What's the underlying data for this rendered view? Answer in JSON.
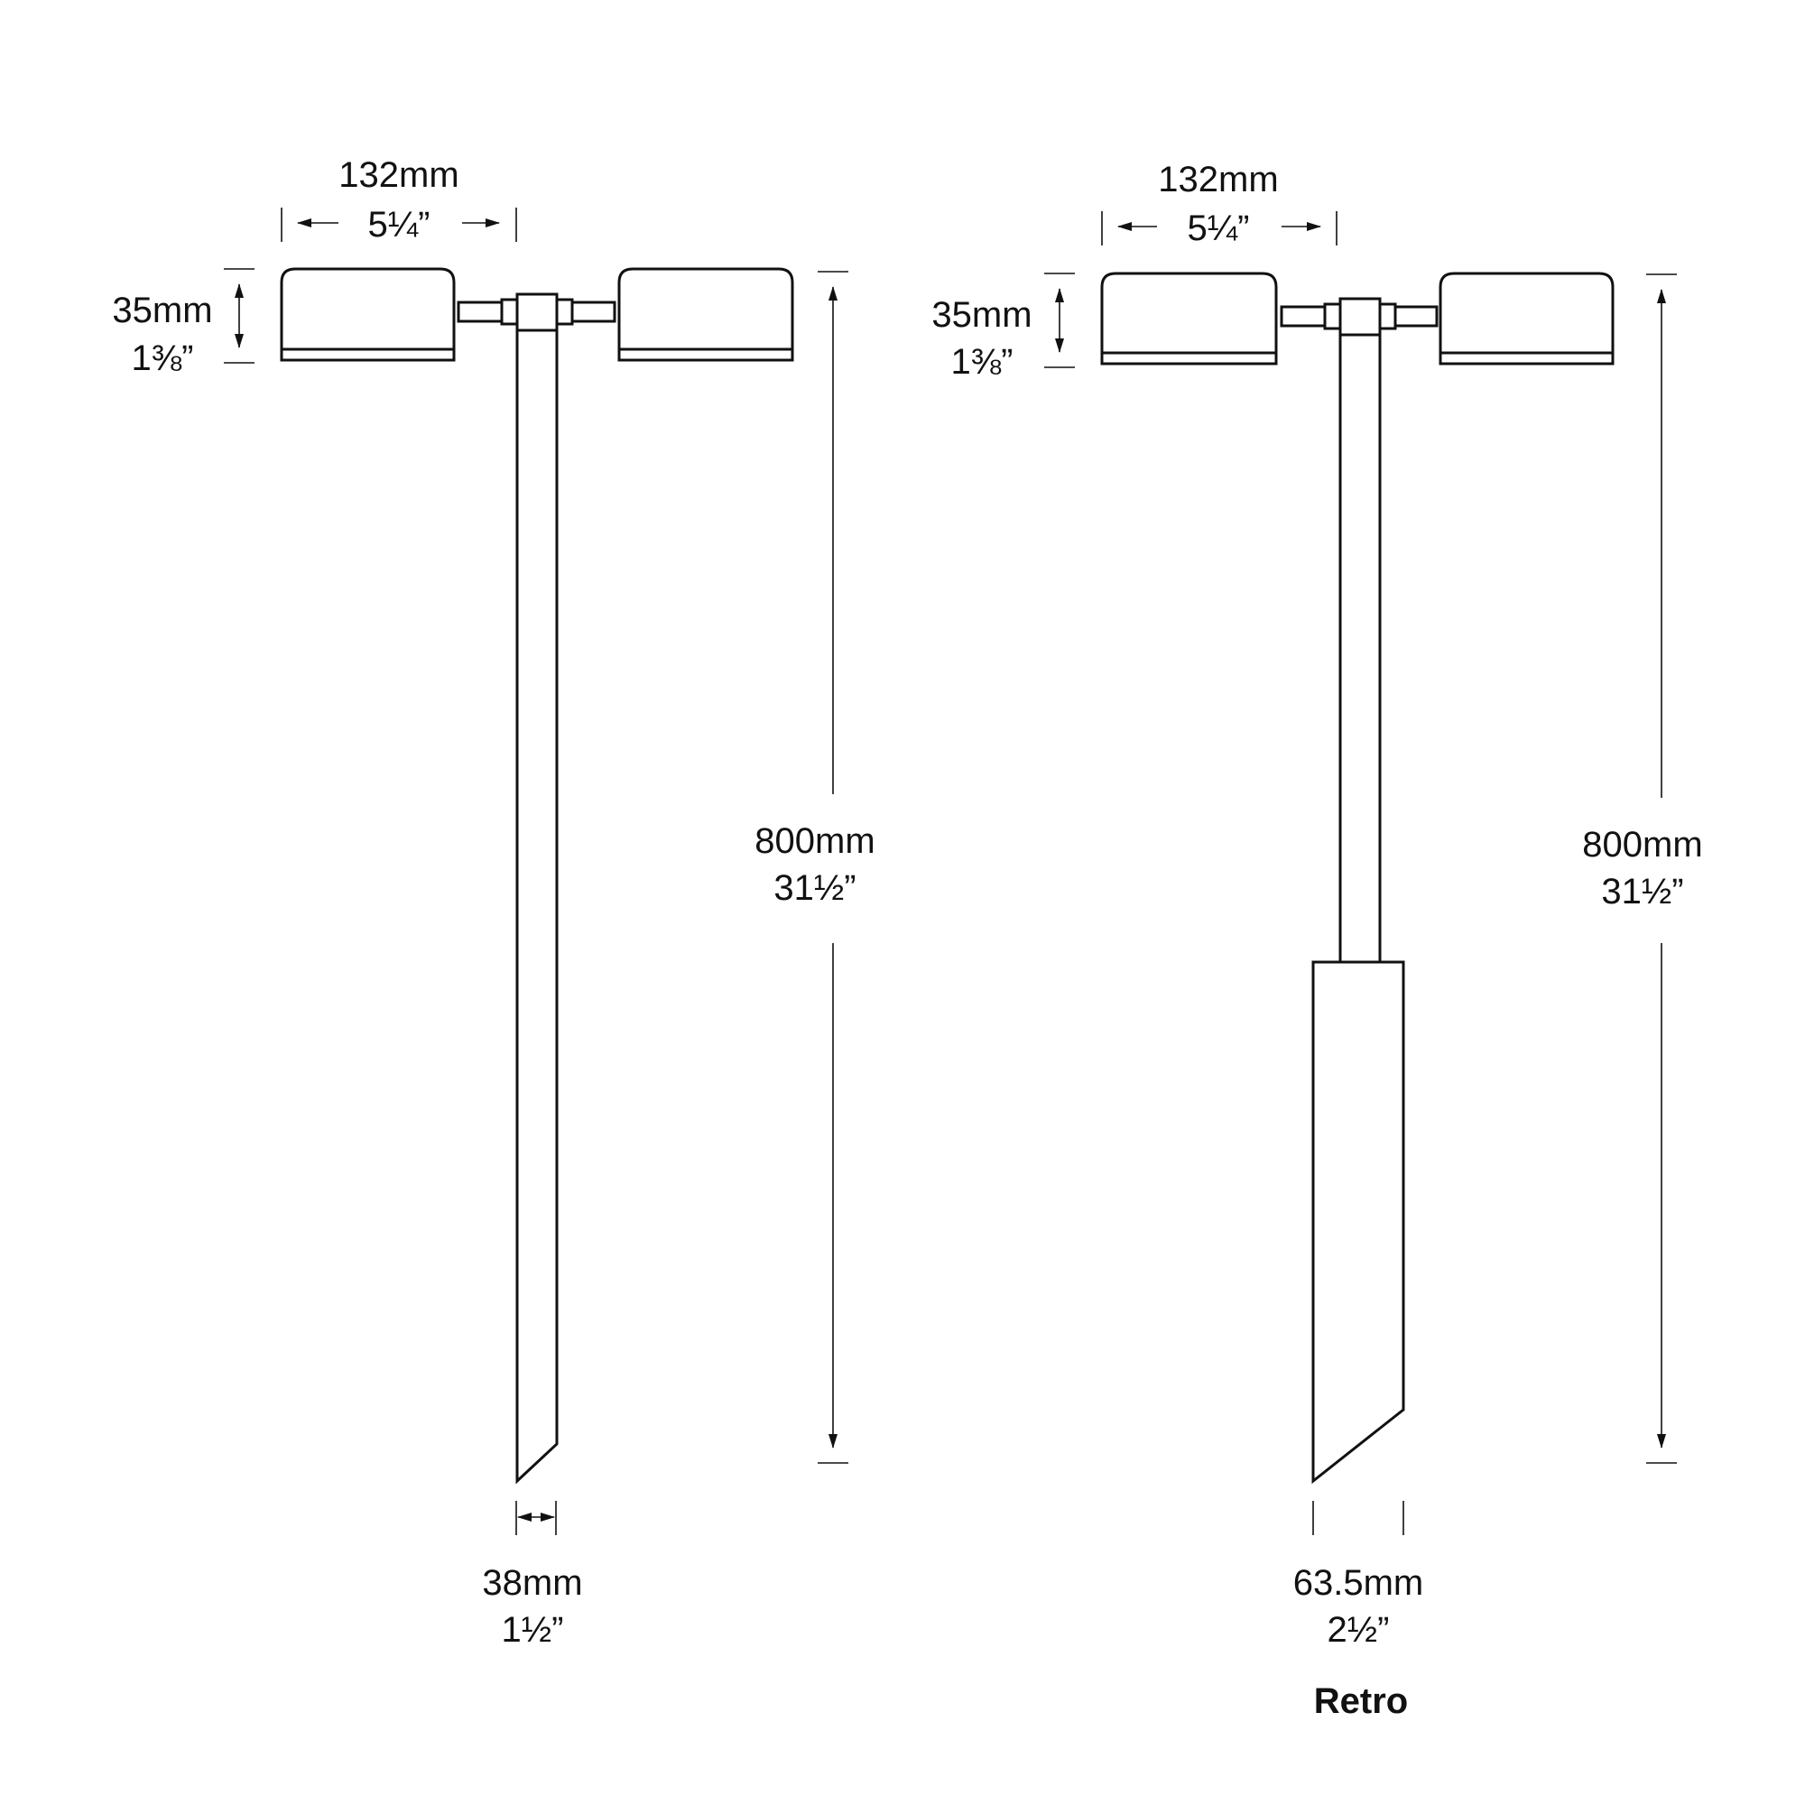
{
  "colors": {
    "line": "#111111",
    "background": "#ffffff"
  },
  "standard": {
    "head_width_mm": "132mm",
    "head_width_in": "5¼”",
    "head_height_mm": "35mm",
    "head_height_in": "1⅜”",
    "overall_height_mm": "800mm",
    "overall_height_in": "31½”",
    "stem_width_mm": "38mm",
    "stem_width_in": "1½”"
  },
  "retro": {
    "head_width_mm": "132mm",
    "head_width_in": "5¼”",
    "head_height_mm": "35mm",
    "head_height_in": "1⅜”",
    "overall_height_mm": "800mm",
    "overall_height_in": "31½”",
    "stem_width_mm": "63.5mm",
    "stem_width_in": "2½”",
    "caption": "Retro"
  }
}
